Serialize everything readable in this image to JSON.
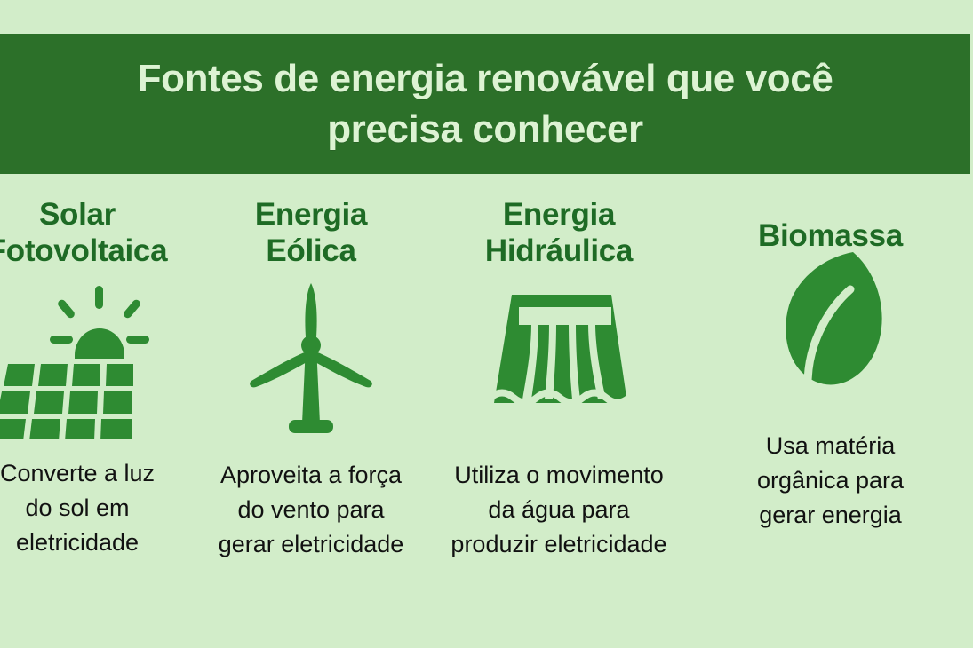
{
  "header": {
    "title": "Fontes de energia renovável que você\nprecisa conhecer",
    "background_color": "#2c7029",
    "text_color": "#ddf3d3"
  },
  "page": {
    "background_color": "#d2edc9",
    "title_color": "#1e6b25",
    "icon_color": "#2e8b32",
    "body_text_color": "#111111"
  },
  "cards": [
    {
      "title": "Solar\nFotovoltaica",
      "description": "Converte a luz\ndo sol em\neletricidade",
      "icon": "solar-panel-icon"
    },
    {
      "title": "Energia\nEólica",
      "description": "Aproveita a força\ndo vento para\ngerar eletricidade",
      "icon": "wind-turbine-icon"
    },
    {
      "title": "Energia\nHidráulica",
      "description": "Utiliza o movimento\nda água para\nproduzir eletricidade",
      "icon": "hydro-dam-icon"
    },
    {
      "title": "Biomassa",
      "description": "Usa matéria\norgânica para\ngerar energia",
      "icon": "leaf-icon"
    }
  ]
}
